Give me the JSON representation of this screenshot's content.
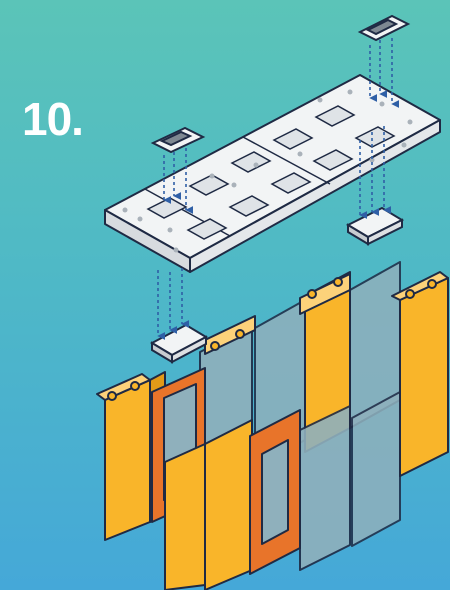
{
  "step": {
    "number": "10."
  },
  "colors": {
    "background_top": "#5bc4b8",
    "background_bottom": "#45a8d8",
    "roof_panel": "#f2f4f5",
    "wall_panel": "#f9b52a",
    "window_frame": "#e8742a",
    "glass": "#8fb0bc",
    "outline": "#1f2a44",
    "arrow": "#2f5fa6"
  },
  "parts": {
    "roof": "white-roof-panel",
    "connectors": "connector-clip",
    "walls": "yellow-wall-panel",
    "windows": "orange-window-frame",
    "glass": "blue-glass-panel"
  }
}
